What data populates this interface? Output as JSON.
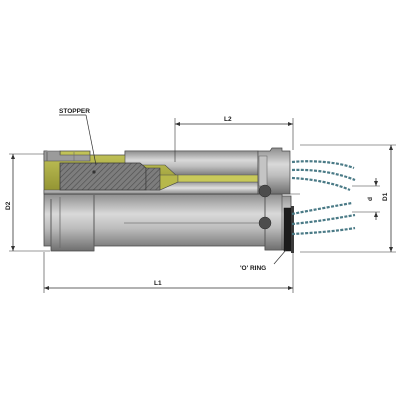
{
  "labels": {
    "stopper": "STOPPER",
    "o_ring": "'O' RING",
    "l1": "L1",
    "l2": "L2",
    "d1": "D1",
    "d2": "D2",
    "d": "d"
  },
  "colors": {
    "body_light": "#d2d2d2",
    "body_mid": "#a9a9a9",
    "body_dark": "#6f6f6f",
    "section_olive": "#a9aa3a",
    "stopper_fill": "#7b7b7b",
    "spring_coil": "#4a7a86",
    "o_ring": "#1c1c1c"
  }
}
